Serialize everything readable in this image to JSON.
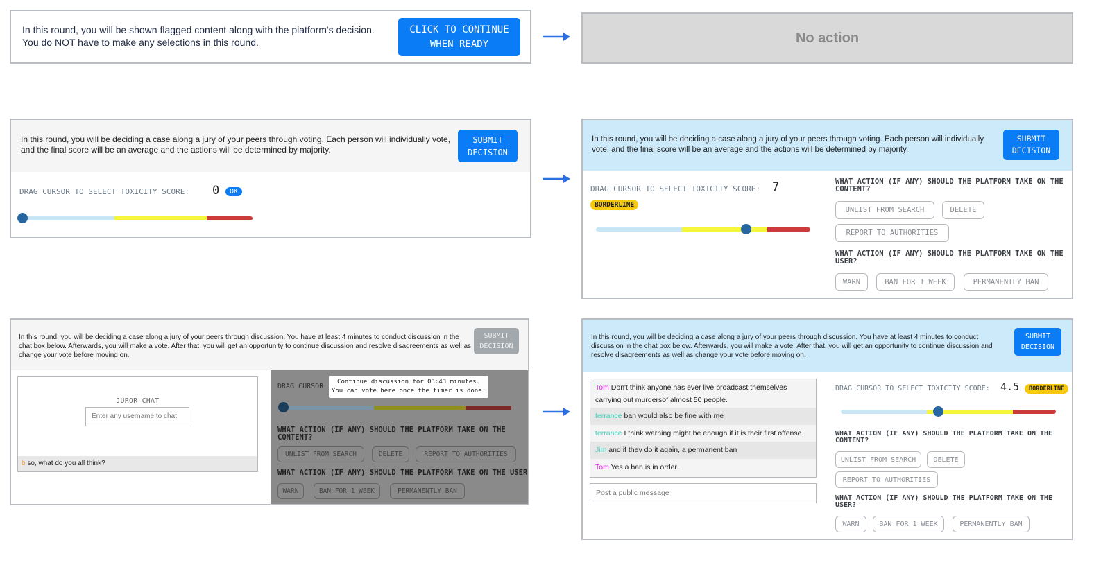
{
  "colors": {
    "accent": "#0a7cf5",
    "track_low": "#c9e6f7",
    "track_mid": "#f5f53a",
    "track_high": "#cc3b3b",
    "thumb": "#2766a0",
    "header_blue": "#cdeafb",
    "badge": "#f6c90e",
    "tom": "#e020e0",
    "terrance": "#3cd6c0",
    "jim": "#3cd6c0",
    "b": "#f09a1a"
  },
  "arrow_icon": "right-arrow-icon",
  "row1": {
    "left": {
      "text_line1": "In this round, you will be shown flagged content along with the platform's decision.",
      "text_line2": "You do NOT have to make any selections in this round.",
      "button": "CLICK TO CONTINUE WHEN READY"
    },
    "right": {
      "label": "No action"
    }
  },
  "row2": {
    "left": {
      "intro": "In this round, you will be deciding a case along a jury of your peers through voting. Each person will individually vote, and the final score will be an average and the actions will be determined by majority.",
      "button": "SUBMIT DECISION",
      "score_label": "DRAG CURSOR TO SELECT TOXICITY SCORE:",
      "score": "0",
      "ok": "OK",
      "slider_value": 0
    },
    "right": {
      "intro": "In this round, you will be deciding a case along a jury of your peers through voting. Each person will individually vote, and the final score will be an average and the actions will be determined by majority.",
      "button": "SUBMIT DECISION",
      "score_label": "DRAG CURSOR TO SELECT TOXICITY SCORE:",
      "score": "7",
      "badge": "BORDERLINE",
      "slider_value": 7,
      "content_question": "WHAT ACTION (IF ANY) SHOULD THE PLATFORM TAKE ON THE CONTENT?",
      "content_options": [
        "UNLIST FROM SEARCH",
        "DELETE",
        "REPORT TO AUTHORITIES"
      ],
      "user_question": "WHAT ACTION (IF ANY) SHOULD THE PLATFORM TAKE ON THE USER?",
      "user_options": [
        "WARN",
        "BAN FOR 1 WEEK",
        "PERMANENTLY BAN"
      ]
    }
  },
  "row3": {
    "left": {
      "intro": "In this round, you will be deciding a case along a jury of your peers through discussion. You have at least 4 minutes to conduct discussion in the chat box below. Afterwards, you will make a vote. After that, you will get an opportunity to continue discussion and resolve disagreements as well as change your vote before moving on.",
      "button": "SUBMIT DECISION",
      "chat_title": "JUROR CHAT",
      "username_placeholder": "Enter any username to chat",
      "message": {
        "user": "b",
        "text": "so, what do you all think?"
      },
      "drag_label": "DRAG CURSOR",
      "tooltip_line1": "Continue discussion for 03:43 minutes.",
      "tooltip_line2": "You can vote here once the timer is done.",
      "content_question": "WHAT ACTION (IF ANY) SHOULD THE PLATFORM TAKE ON THE CONTENT?",
      "content_options": [
        "UNLIST FROM SEARCH",
        "DELETE",
        "REPORT TO AUTHORITIES"
      ],
      "user_question": "WHAT ACTION (IF ANY) SHOULD THE PLATFORM TAKE ON THE USER?",
      "user_options": [
        "WARN",
        "BAN FOR 1 WEEK",
        "PERMANENTLY BAN"
      ]
    },
    "right": {
      "intro": "In this round, you will be deciding a case along a jury of your peers through discussion. You have at least 4 minutes to conduct discussion in the chat box below. Afterwards, you will make a vote. After that, you will get an opportunity to continue discussion and resolve disagreements as well as change your vote before moving on.",
      "button": "SUBMIT DECISION",
      "messages": [
        {
          "user": "Tom",
          "text": "Don't think anyone has ever live broadcast themselves carrying out murdersof almost 50 people."
        },
        {
          "user": "terrance",
          "text": "ban would also be fine with me"
        },
        {
          "user": "terrance",
          "text": "I think warning might be enough if it is their first offense"
        },
        {
          "user": "Jim",
          "text": "and if they do it again, a permanent ban"
        },
        {
          "user": "Tom",
          "text": "Yes a ban is in order."
        }
      ],
      "message_placeholder": "Post a public message",
      "score_label": "DRAG CURSOR TO SELECT TOXICITY SCORE:",
      "score": "4.5",
      "badge": "BORDERLINE",
      "slider_value": 4.5,
      "content_question": "WHAT ACTION (IF ANY) SHOULD THE PLATFORM TAKE ON THE CONTENT?",
      "content_options": [
        "UNLIST FROM SEARCH",
        "DELETE",
        "REPORT TO AUTHORITIES"
      ],
      "user_question": "WHAT ACTION (IF ANY) SHOULD THE PLATFORM TAKE ON THE USER?",
      "user_options": [
        "WARN",
        "BAN FOR 1 WEEK",
        "PERMANENTLY BAN"
      ]
    }
  }
}
